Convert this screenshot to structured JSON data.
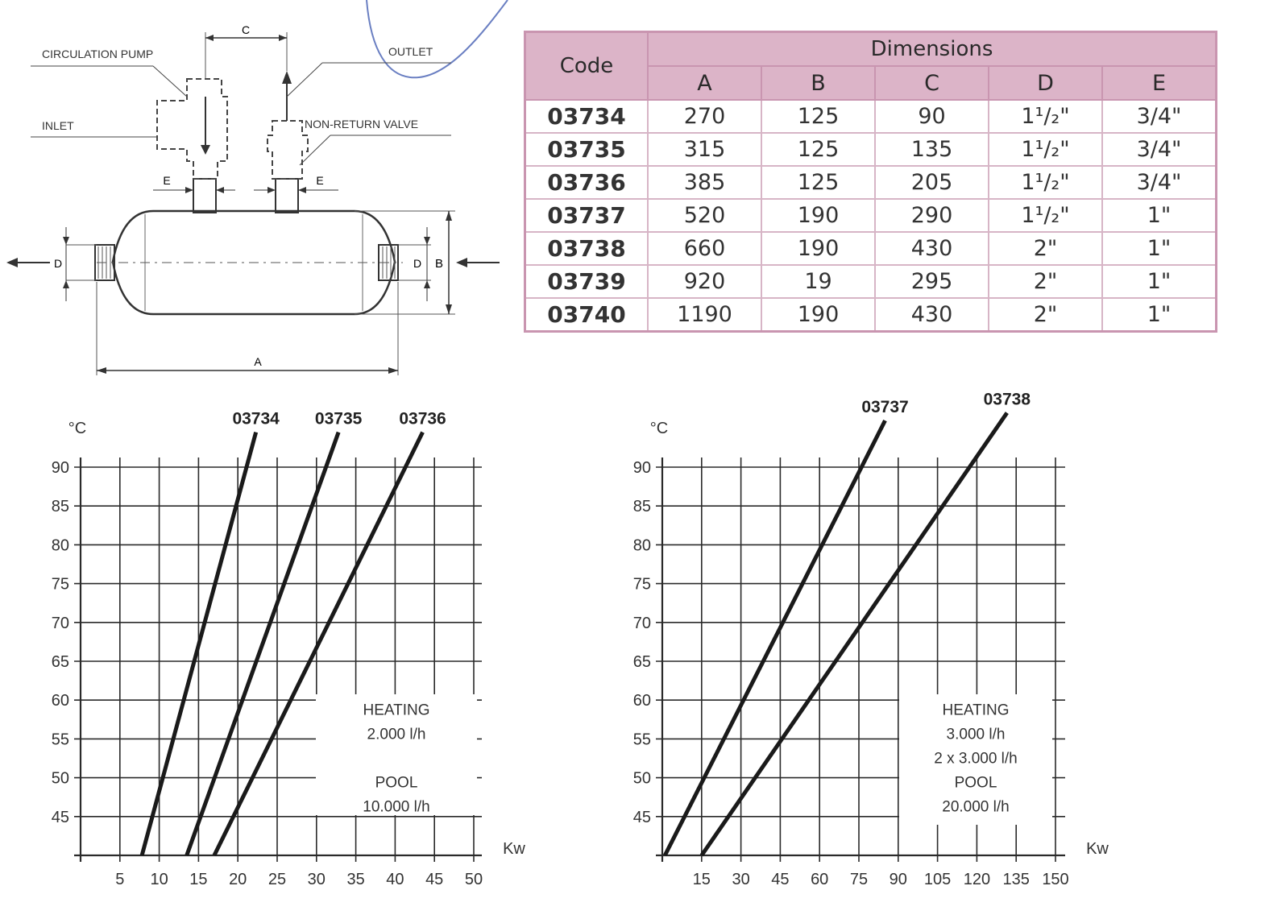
{
  "diagram": {
    "labels": {
      "circulation_pump": "CIRCULATION PUMP",
      "inlet": "INLET",
      "outlet": "OUTLET",
      "non_return_valve": "NON-RETURN VALVE",
      "a": "A",
      "b": "B",
      "c": "C",
      "d": "D",
      "e": "E"
    }
  },
  "table": {
    "code_header": "Code",
    "dimensions_header": "Dimensions",
    "columns": [
      "A",
      "B",
      "C",
      "D",
      "E"
    ],
    "rows": [
      {
        "code": "03734",
        "cells": [
          "270",
          "125",
          "90",
          "1¹/₂\"",
          "3/4\""
        ]
      },
      {
        "code": "03735",
        "cells": [
          "315",
          "125",
          "135",
          "1¹/₂\"",
          "3/4\""
        ]
      },
      {
        "code": "03736",
        "cells": [
          "385",
          "125",
          "205",
          "1¹/₂\"",
          "3/4\""
        ]
      },
      {
        "code": "03737",
        "cells": [
          "520",
          "190",
          "290",
          "1¹/₂\"",
          "1\""
        ]
      },
      {
        "code": "03738",
        "cells": [
          "660",
          "190",
          "430",
          "2\"",
          "1\""
        ]
      },
      {
        "code": "03739",
        "cells": [
          "920",
          "19",
          "295",
          "2\"",
          "1\""
        ]
      },
      {
        "code": "03740",
        "cells": [
          "1190",
          "190",
          "430",
          "2\"",
          "1\""
        ]
      }
    ]
  },
  "chart_data": [
    {
      "type": "line",
      "ylabel": "°C",
      "xlabel": "Kw",
      "xlim": [
        0,
        50
      ],
      "ylim": [
        40,
        90
      ],
      "x_ticks": [
        "5",
        "10",
        "15",
        "20",
        "25",
        "30",
        "35",
        "40",
        "45",
        "50"
      ],
      "y_ticks": [
        "45",
        "50",
        "55",
        "60",
        "65",
        "70",
        "75",
        "80",
        "85",
        "90"
      ],
      "grid": true,
      "annotation": [
        "HEATING",
        "2.000 l/h",
        "POOL",
        "10.000 l/h"
      ],
      "series": [
        {
          "name": "03734",
          "points": [
            [
              7.8,
              40
            ],
            [
              22.3,
              94.5
            ]
          ]
        },
        {
          "name": "03735",
          "points": [
            [
              13.5,
              40
            ],
            [
              32.8,
              94.5
            ]
          ]
        },
        {
          "name": "03736",
          "points": [
            [
              17.0,
              40
            ],
            [
              43.5,
              94.5
            ]
          ]
        }
      ]
    },
    {
      "type": "line",
      "ylabel": "°C",
      "xlabel": "Kw",
      "xlim": [
        0,
        150
      ],
      "ylim": [
        40,
        90
      ],
      "x_ticks": [
        "15",
        "30",
        "45",
        "60",
        "75",
        "90",
        "105",
        "120",
        "135",
        "150"
      ],
      "y_ticks": [
        "45",
        "50",
        "55",
        "60",
        "65",
        "70",
        "75",
        "80",
        "85",
        "90"
      ],
      "grid": true,
      "annotation": [
        "HEATING",
        "3.000 l/h",
        "2 x 3.000 l/h",
        "POOL",
        "20.000 l/h"
      ],
      "series": [
        {
          "name": "03737",
          "points": [
            [
              1,
              40
            ],
            [
              85,
              96
            ]
          ]
        },
        {
          "name": "03738",
          "points": [
            [
              15,
              40
            ],
            [
              131.5,
              97
            ]
          ]
        }
      ]
    }
  ]
}
